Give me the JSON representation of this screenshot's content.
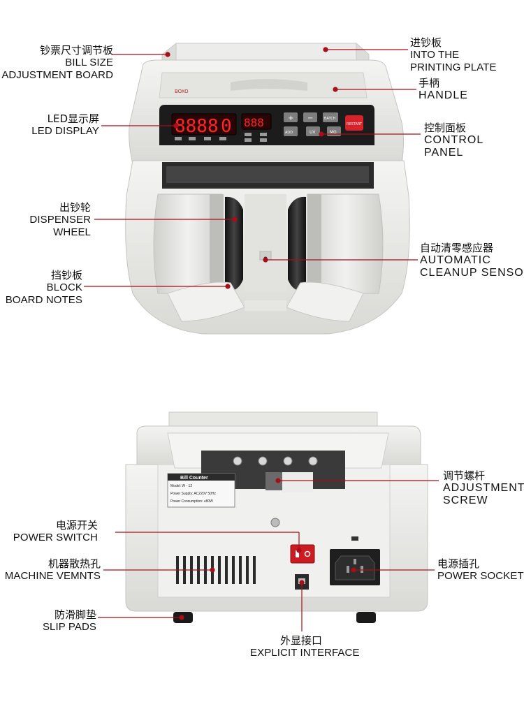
{
  "front_labels": {
    "bill_size_board": {
      "zh": "钞票尺寸调节板",
      "en1": "BILL SIZE",
      "en2": "ADJUSTMENT BOARD"
    },
    "led_display": {
      "zh": "LED显示屏",
      "en1": "LED DISPLAY"
    },
    "dispenser_wheel": {
      "zh": "出钞轮",
      "en1": "DISPENSER",
      "en2": "WHEEL"
    },
    "block_board": {
      "zh": "挡钞板",
      "en1": "BLOCK",
      "en2": "BOARD NOTES"
    },
    "printing_plate": {
      "zh": "进钞板",
      "en1": "INTO THE",
      "en2": "PRINTING PLATE"
    },
    "handle": {
      "zh": "手柄",
      "en1": "HANDLE"
    },
    "control_panel": {
      "zh": "控制面板",
      "en1": "CONTROL",
      "en2": "PANEL"
    },
    "cleanup_sensor": {
      "zh": "自动清零感应器",
      "en1": "AUTOMATIC",
      "en2": "CLEANUP SENSOR"
    }
  },
  "back_labels": {
    "adjustment_screw": {
      "zh": "调节螺杆",
      "en1": "ADJUSTMENT",
      "en2": "SCREW"
    },
    "power_switch": {
      "zh": "电源开关",
      "en1": "POWER SWITCH"
    },
    "machine_vents": {
      "zh": "机器散热孔",
      "en1": "MACHINE VEMNTS"
    },
    "power_socket": {
      "zh": "电源插孔",
      "en1": "POWER SOCKET"
    },
    "slip_pads": {
      "zh": "防滑脚垫",
      "en1": "SLIP PADS"
    },
    "explicit_interface": {
      "zh": "外显接口",
      "en1": "EXPLICIT INTERFACE"
    }
  },
  "display": {
    "main_digits": "8888",
    "main_last": "0",
    "batch_digits": "888",
    "brand": "BOXO"
  },
  "buttons": {
    "plus": "+",
    "minus": "−",
    "batch": "BATCH",
    "restart": "RESTART",
    "add": "ADD",
    "uv": "UV",
    "mg": "MG"
  },
  "nameplate": {
    "title": "Bill Counter",
    "model": "Model: W - 12",
    "supply": "Power Supply: AC220V 50Hz",
    "consumption": "Power Consumption: ≤80W"
  },
  "colors": {
    "accent": "#b0101a",
    "body": "#e9e9e6",
    "panel": "#1a1a1a",
    "led": "#ff2020"
  }
}
